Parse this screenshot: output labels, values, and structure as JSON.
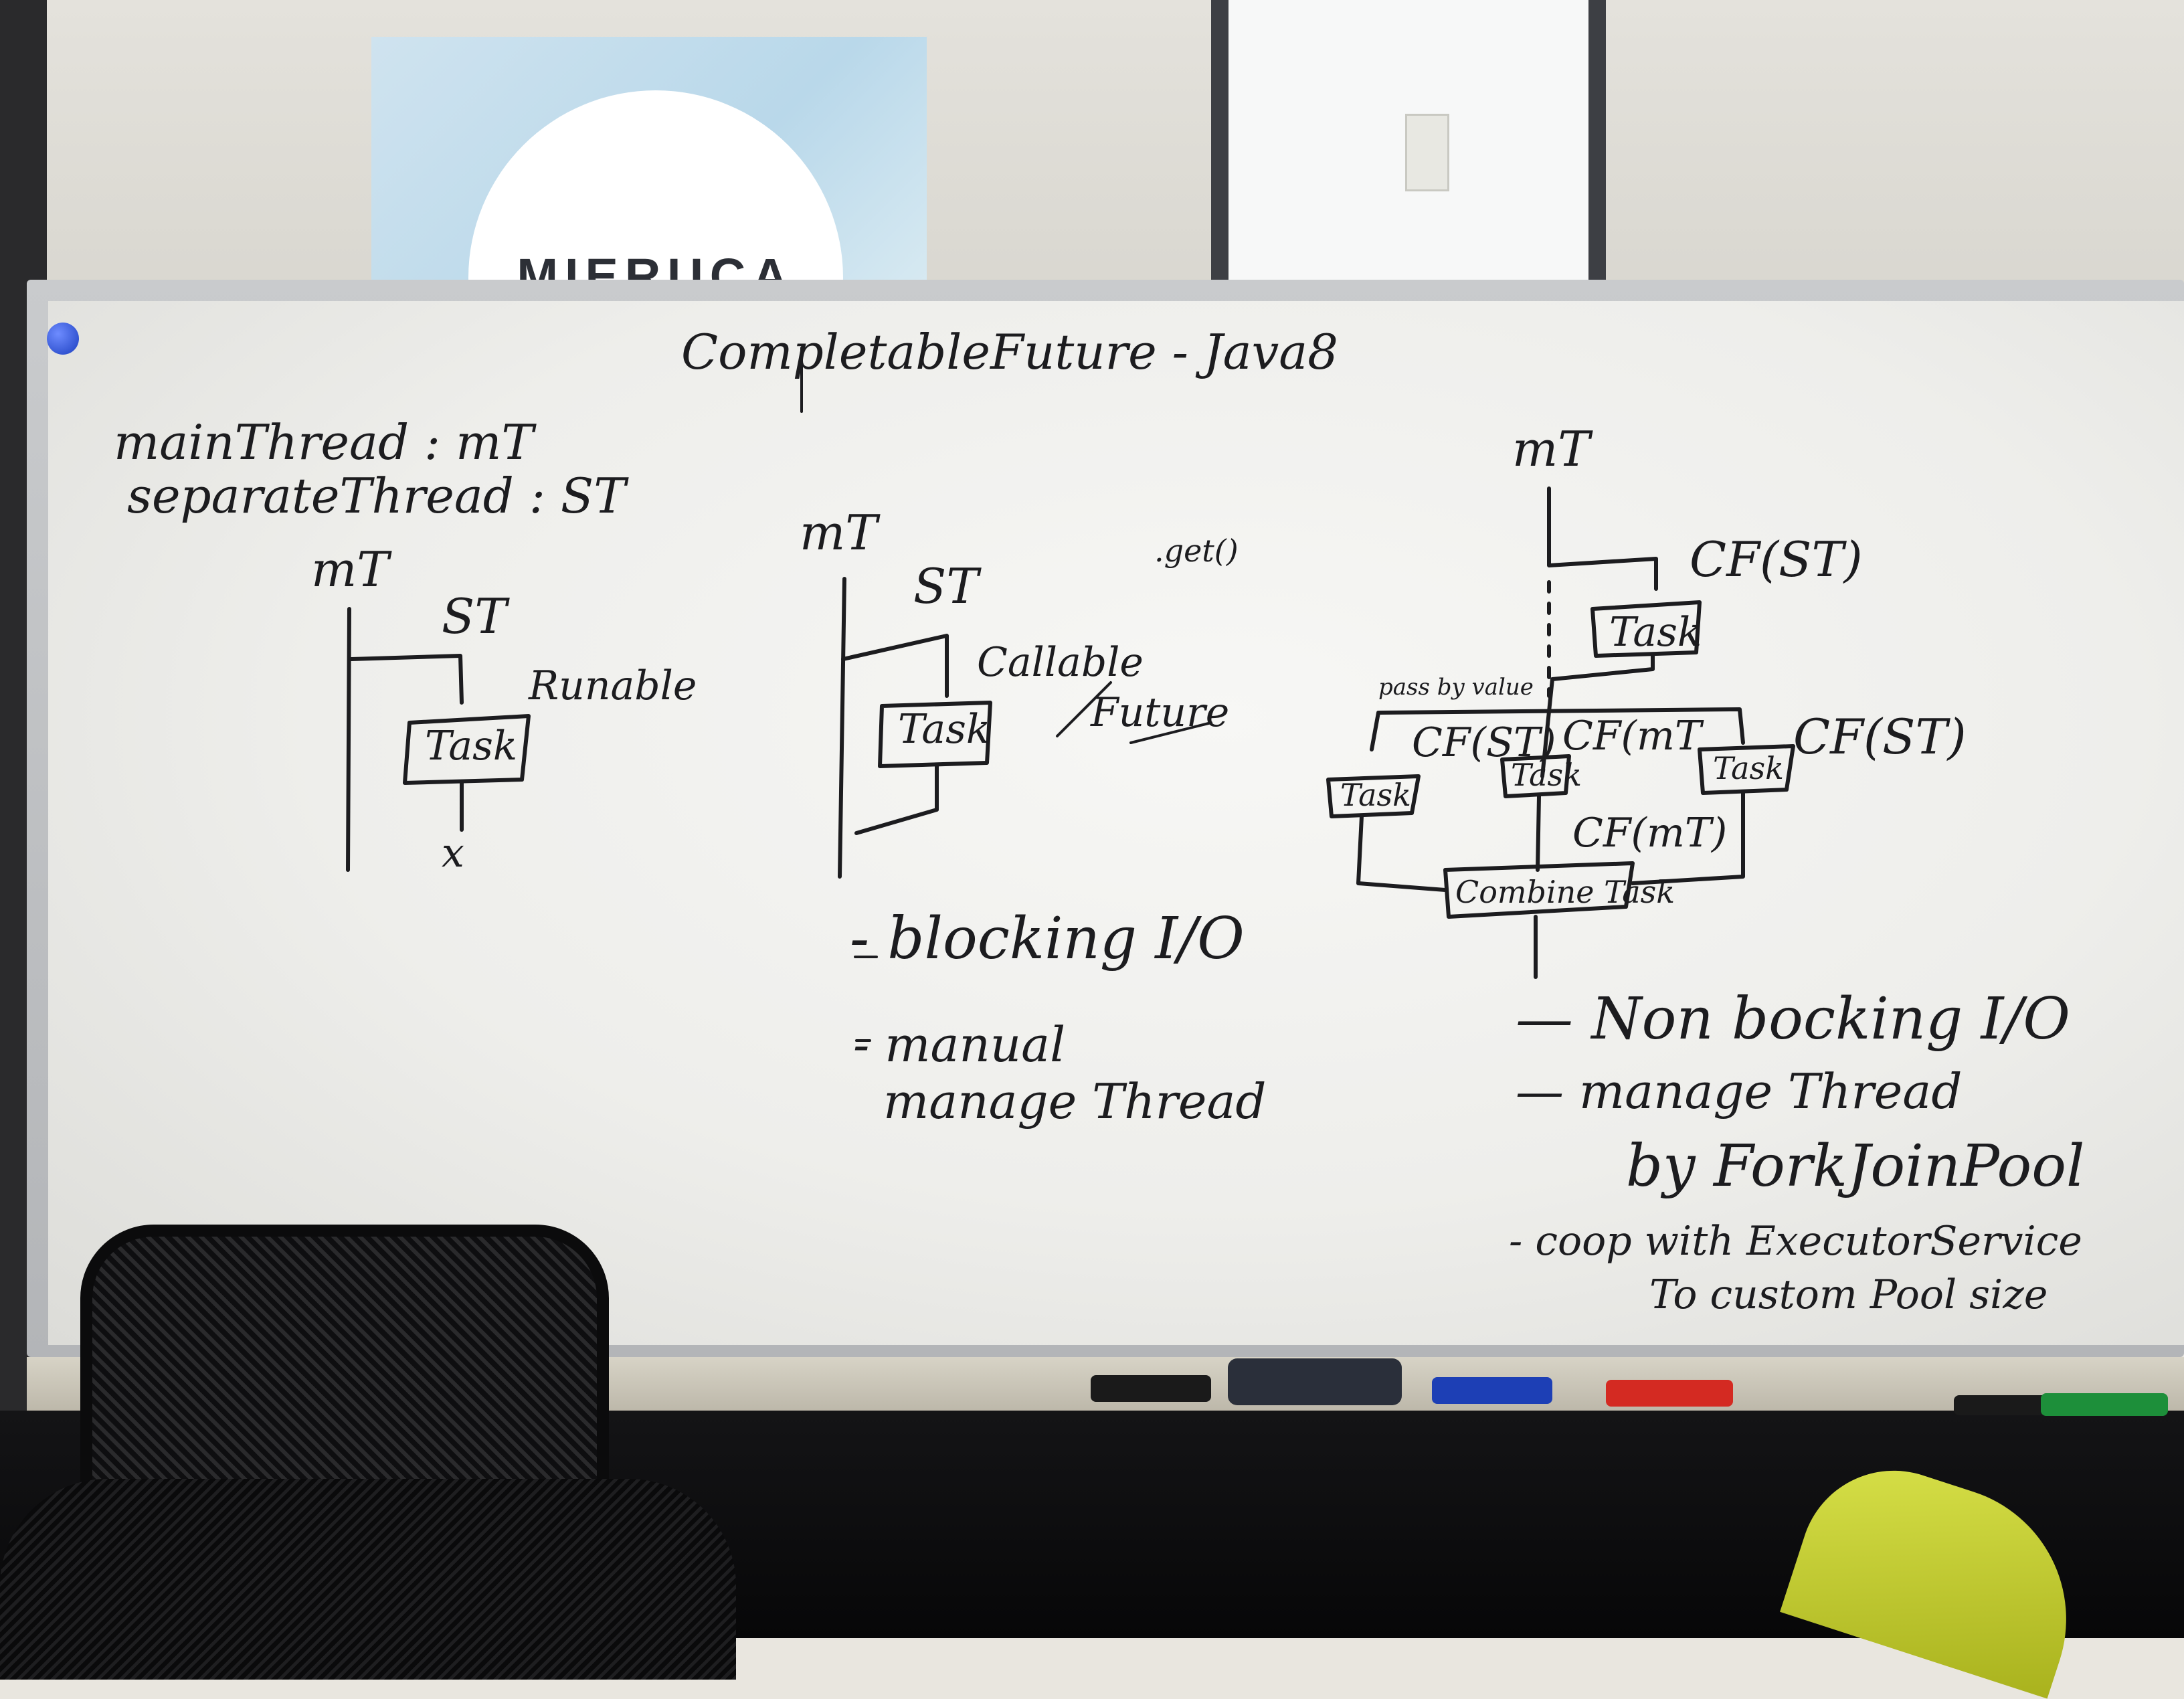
{
  "poster": {
    "logo_text": "MIERUCA"
  },
  "board": {
    "title": "CompletableFuture - Java8",
    "legend": [
      "mainThread : mT",
      "separateThread : ST"
    ],
    "runnable_diagram": {
      "main_label": "mT",
      "separate_label": "ST",
      "interface_label": "Runable",
      "task_label": "Task",
      "end_mark": "x"
    },
    "callable_diagram": {
      "main_label": "mT",
      "separate_label": "ST",
      "get_label": ".get()",
      "interface_label": "Callable",
      "task_label": "Task",
      "future_label": "Future",
      "notes": [
        "- blocking I/O",
        "- manual",
        "manage Thread"
      ]
    },
    "cf_diagram": {
      "main_label": "mT",
      "cf_st_top": "CF(ST)",
      "task_top": "Task",
      "pass_by_value": "pass by value",
      "cf_st_left": "CF(ST)",
      "cf_mt_middle": "CF(mT",
      "cf_st_right": "CF(ST)",
      "task_left": "Task",
      "task_middle": "Task",
      "task_right": "Task",
      "cf_mt_lower": "CF(mT)",
      "combine_task": "Combine Task",
      "notes": [
        "— Non bocking I/O",
        "— manage Thread",
        "by ForkJoinPool",
        "- coop with ExecutorService",
        "To custom Pool size"
      ]
    }
  },
  "markers": {
    "colors": [
      "#1a1a1a",
      "#2a2f3a",
      "#1d3fb5",
      "#d42a22",
      "#1a1a1a",
      "#1d8f3a"
    ]
  }
}
